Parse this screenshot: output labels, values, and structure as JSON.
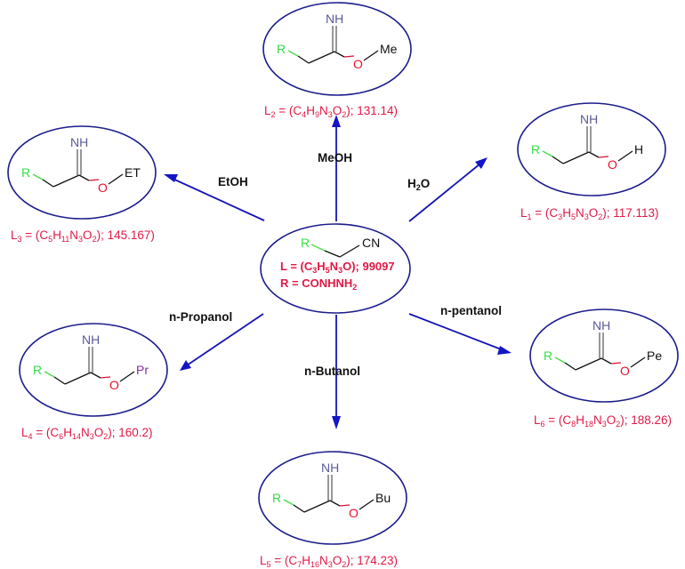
{
  "diagram": {
    "title": "Imidate derivatives from nitrile precursor",
    "colors": {
      "ellipse": "#1c1c8c",
      "arrow": "#1414c8",
      "label": "#e01845",
      "r_group": "#33dd44",
      "oxygen": "#e8102a",
      "nitrogen": "#5a5a9a"
    },
    "center": {
      "r_atom": "R",
      "group": "CN",
      "formula_prefix": "L = (C",
      "f1": "3",
      "h": "H",
      "f2": "5",
      "n": "N",
      "f3": "3",
      "o": "O)",
      "formula_suffix": "; 99097",
      "r_def_prefix": "R = CONHNH",
      "r_def_sub": "2"
    },
    "reagents": {
      "meoh": "MeOH",
      "etoh": "EtOH",
      "h2o_h": "H",
      "h2o_sub": "2",
      "h2o_o": "O",
      "npropanol": "n-Propanol",
      "nbutanol": "n-Butanol",
      "npentanol": "n-pentanol"
    },
    "products": [
      {
        "id": "L1",
        "r": "R",
        "nh": "NH",
        "o": "O",
        "tail": "H",
        "lsub": "1",
        "formula": [
          "(C",
          "3",
          "H",
          "5",
          "N",
          "3",
          "O",
          "2",
          "); 117.113)"
        ]
      },
      {
        "id": "L2",
        "r": "R",
        "nh": "NH",
        "o": "O",
        "tail": "Me",
        "lsub": "2",
        "formula": [
          "(C",
          "4",
          "H",
          "9",
          "N",
          "3",
          "O",
          "2",
          "); 131.14)"
        ]
      },
      {
        "id": "L3",
        "r": "R",
        "nh": "NH",
        "o": "O",
        "tail": "ET",
        "lsub": "3",
        "formula": [
          "(C",
          "5",
          "H",
          "11",
          "N",
          "3",
          "O",
          "2",
          "); 145.167)"
        ]
      },
      {
        "id": "L4",
        "r": "R",
        "nh": "NH",
        "o": "O",
        "tail": "Pr",
        "lsub": "4",
        "formula": [
          "(C",
          "6",
          "H",
          "14",
          "N",
          "3",
          "O",
          "2",
          "); 160.2)"
        ]
      },
      {
        "id": "L5",
        "r": "R",
        "nh": "NH",
        "o": "O",
        "tail": "Bu",
        "lsub": "5",
        "formula": [
          "(C",
          "7",
          "H",
          "16",
          "N",
          "3",
          "O",
          "2",
          "); 174.23)"
        ]
      },
      {
        "id": "L6",
        "r": "R",
        "nh": "NH",
        "o": "O",
        "tail": "Pe",
        "lsub": "6",
        "formula": [
          "(C",
          "8",
          "H",
          "18",
          "N",
          "3",
          "O",
          "2",
          "); 188.26)"
        ]
      }
    ]
  }
}
